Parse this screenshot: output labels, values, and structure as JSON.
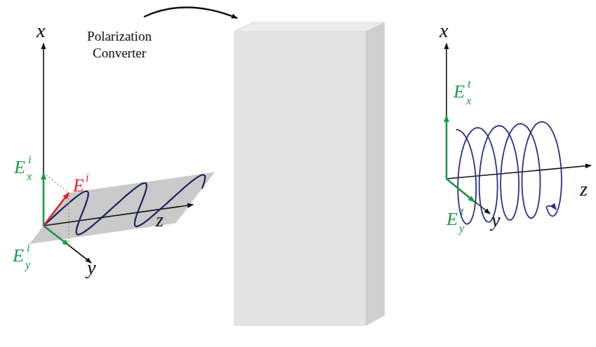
{
  "diagram": {
    "labels": [
      "Polarization Converter",
      "x",
      "y",
      "z",
      "E",
      "x",
      "i",
      "E",
      "i",
      "E",
      "y",
      "i",
      "x",
      "y",
      "z",
      "E",
      "x",
      "t",
      "E",
      "y",
      "t"
    ]
  }
}
